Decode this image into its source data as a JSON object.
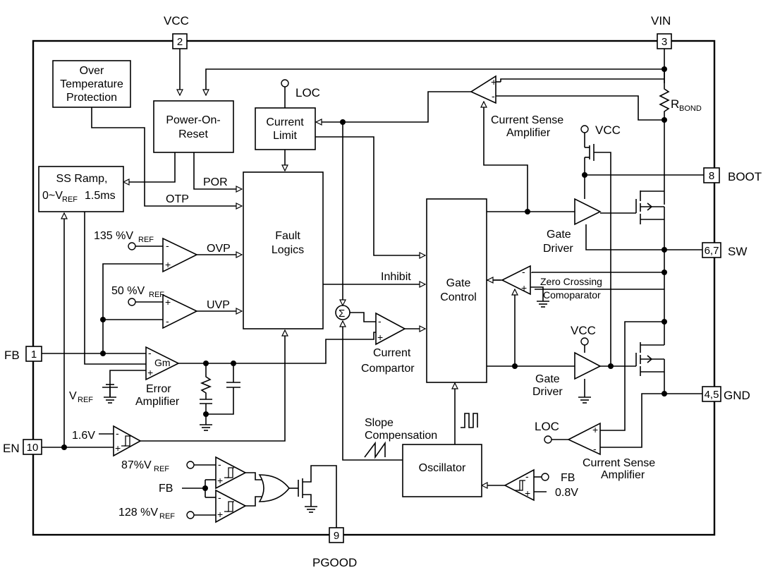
{
  "pins": {
    "vcc": {
      "num": "2",
      "label": "VCC"
    },
    "vin": {
      "num": "3",
      "label": "VIN"
    },
    "boot": {
      "num": "8",
      "label": "BOOT"
    },
    "sw": {
      "num": "6,7",
      "label": "SW"
    },
    "gnd": {
      "num": "4,5",
      "label": "GND"
    },
    "fb": {
      "num": "1",
      "label": "FB"
    },
    "en": {
      "num": "10",
      "label": "EN"
    },
    "pgood": {
      "num": "9",
      "label": "PGOOD"
    }
  },
  "blocks": {
    "otp": [
      "Over",
      "Temperature",
      "Protection"
    ],
    "por": [
      "Power-On-",
      "Reset"
    ],
    "current_limit": [
      "Current",
      "Limit"
    ],
    "ss_ramp": {
      "line1": "SS Ramp,",
      "line2_a": "0~V",
      "line2_sub": "REF",
      "line2_b": "1.5ms"
    },
    "fault_logic": [
      "Fault",
      "Logics"
    ],
    "gate_control": [
      "Gate",
      "Control"
    ],
    "oscillator": "Oscillator"
  },
  "labels": {
    "loc_top": "LOC",
    "loc_bottom": "LOC",
    "vcc_top": "VCC",
    "vcc_mid": "VCC",
    "rbond_main": "R",
    "rbond_sub": "BOND",
    "csa_top": [
      "Current Sense",
      "Amplifier"
    ],
    "csa_bottom": [
      "Current Sense",
      "Amplifier"
    ],
    "gate_driver_top": [
      "Gate",
      "Driver"
    ],
    "gate_driver_bottom": [
      "Gate",
      "Driver"
    ],
    "zero_crossing": [
      "Zero Crossing",
      "Comoparator"
    ],
    "current_comp": [
      "Current",
      "Compartor"
    ],
    "error_amp": [
      "Error",
      "Amplifier"
    ],
    "gm": "Gm",
    "vref_main": "V",
    "vref_sub": "REF",
    "slope": [
      "Slope",
      "Compensation"
    ],
    "por_sig": "POR",
    "otp_sig": "OTP",
    "ovp_sig": "OVP",
    "uvp_sig": "UVP",
    "inhibit_sig": "Inhibit",
    "ovp_ref_a": "135 %V",
    "ovp_ref_sub": "REF",
    "uvp_ref_a": "50 %V",
    "uvp_ref_sub": "REF",
    "en_ref": "1.6V",
    "pg_low_a": "87%V",
    "pg_low_sub": "REF",
    "pg_high_a": "128 %V",
    "pg_high_sub": "REF",
    "pg_fb": "FB",
    "osc_fb": "FB",
    "osc_ref": "0.8V",
    "plus": "+",
    "minus": "-"
  }
}
